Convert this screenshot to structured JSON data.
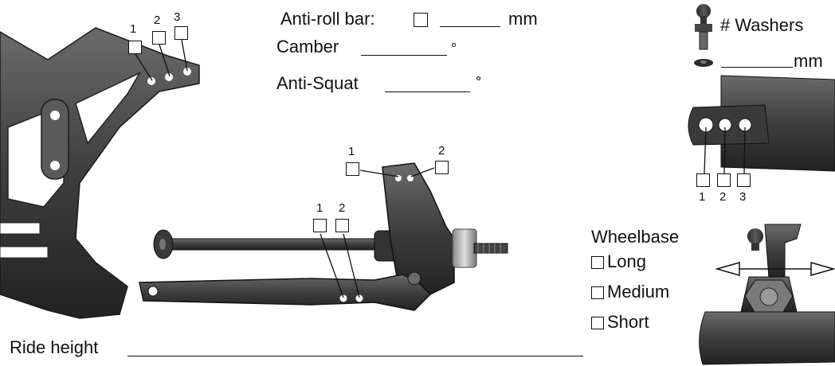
{
  "setup": {
    "antiroll_label": "Anti-roll bar:",
    "antiroll_unit": "mm",
    "camber_label": "Camber",
    "camber_unit": "°",
    "antisquat_label": "Anti-Squat",
    "antisquat_unit": "°",
    "washers_label": "# Washers",
    "washers_unit": "mm",
    "ride_height_label": "Ride height"
  },
  "tower_holes": [
    "1",
    "2",
    "3"
  ],
  "hub_holes": [
    "1",
    "2",
    "3"
  ],
  "upright_holes": [
    "1",
    "2"
  ],
  "arm_holes": [
    "1",
    "2"
  ],
  "wheelbase": {
    "title": "Wheelbase",
    "options": [
      "Long",
      "Medium",
      "Short"
    ]
  }
}
